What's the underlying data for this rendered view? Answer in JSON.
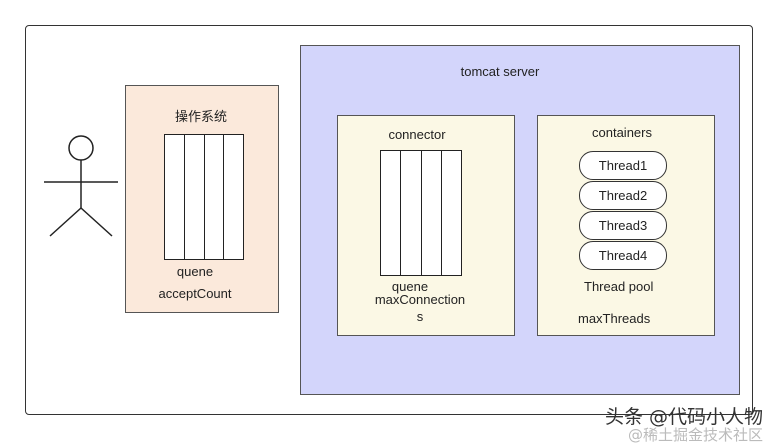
{
  "diagram": {
    "os": {
      "title": "操作系统",
      "queue_label": "quene",
      "param_label": "acceptCount"
    },
    "tomcat": {
      "title": "tomcat server",
      "connector": {
        "title": "connector",
        "queue_label": "quene",
        "param_line1": "maxConnection",
        "param_line2": "s"
      },
      "containers": {
        "title": "containers",
        "threads": [
          "Thread1",
          "Thread2",
          "Thread3",
          "Thread4"
        ],
        "pool_label": "Thread pool",
        "param_label": "maxThreads"
      }
    }
  },
  "watermark": {
    "main": "头条 @代码小人物",
    "sub": "@稀土掘金技术社区"
  }
}
